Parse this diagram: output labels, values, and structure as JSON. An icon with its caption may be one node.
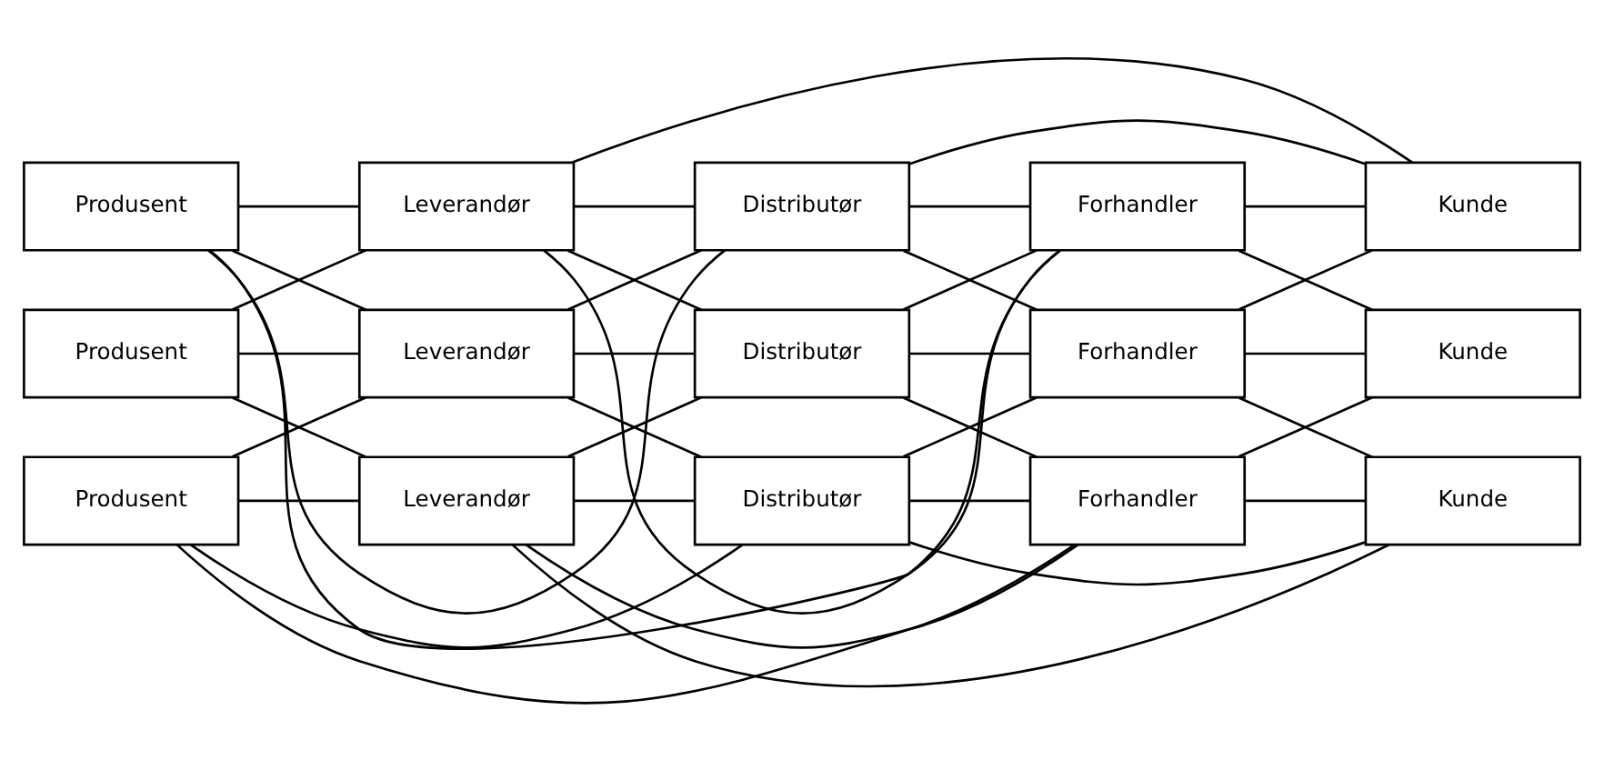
{
  "diagram": {
    "nodes": [
      {
        "text": [
          "Produsent"
        ]
      },
      {
        "text": [
          "Leverandør"
        ]
      },
      {
        "text": [
          "Distributør"
        ]
      },
      {
        "text": [
          "Forhandler"
        ]
      },
      {
        "text": [
          "Kunde"
        ]
      },
      {
        "text": [
          "Produsent"
        ]
      },
      {
        "text": [
          "Leverandør"
        ]
      },
      {
        "text": [
          "Distributør"
        ]
      },
      {
        "text": [
          "Forhandler"
        ]
      },
      {
        "text": [
          "Kunde"
        ]
      },
      {
        "text": [
          "Produsent"
        ]
      },
      {
        "text": [
          "Leverandør"
        ]
      },
      {
        "text": [
          "Distributør"
        ]
      },
      {
        "text": [
          "Forhandler"
        ]
      },
      {
        "text": [
          "Kunde"
        ]
      }
    ],
    "edges": [
      {
        "from": 0,
        "to": 1,
        "arrow": "none"
      },
      {
        "from": 5,
        "to": 6,
        "arrow": "none"
      },
      {
        "from": 10,
        "to": 11,
        "arrow": "none"
      },
      {
        "from": 0,
        "to": 6,
        "arrow": "none"
      },
      {
        "from": 5,
        "to": 1,
        "arrow": "none"
      },
      {
        "from": 5,
        "to": 11,
        "arrow": "none"
      },
      {
        "from": 10,
        "to": 6,
        "arrow": "none"
      },
      {
        "from": 1,
        "to": 2,
        "arrow": "none"
      },
      {
        "from": 6,
        "to": 7,
        "arrow": "none"
      },
      {
        "from": 11,
        "to": 12,
        "arrow": "none"
      },
      {
        "from": 1,
        "to": 7,
        "arrow": "none"
      },
      {
        "from": 6,
        "to": 2,
        "arrow": "none"
      },
      {
        "from": 6,
        "to": 12,
        "arrow": "none"
      },
      {
        "from": 11,
        "to": 7,
        "arrow": "none"
      },
      {
        "from": 2,
        "to": 3,
        "arrow": "none"
      },
      {
        "from": 7,
        "to": 8,
        "arrow": "none"
      },
      {
        "from": 12,
        "to": 13,
        "arrow": "none"
      },
      {
        "from": 2,
        "to": 8,
        "arrow": "none"
      },
      {
        "from": 7,
        "to": 3,
        "arrow": "none"
      },
      {
        "from": 7,
        "to": 13,
        "arrow": "none"
      },
      {
        "from": 12,
        "to": 8,
        "arrow": "none"
      },
      {
        "from": 3,
        "to": 4,
        "arrow": "none"
      },
      {
        "from": 8,
        "to": 9,
        "arrow": "none"
      },
      {
        "from": 13,
        "to": 14,
        "arrow": "none"
      },
      {
        "from": 3,
        "to": 9,
        "arrow": "none"
      },
      {
        "from": 8,
        "to": 4,
        "arrow": "none"
      },
      {
        "from": 8,
        "to": 14,
        "arrow": "none"
      },
      {
        "from": 13,
        "to": 9,
        "arrow": "none"
      },
      {
        "from": 0,
        "to": 2,
        "arrow": "none"
      },
      {
        "from": 0,
        "to": 3,
        "arrow": "none"
      },
      {
        "from": 1,
        "to": 3,
        "arrow": "none"
      },
      {
        "from": 1,
        "to": 4,
        "arrow": "none"
      },
      {
        "from": 2,
        "to": 4,
        "arrow": "none"
      },
      {
        "from": 10,
        "to": 12,
        "arrow": "none"
      },
      {
        "from": 10,
        "to": 13,
        "arrow": "none"
      },
      {
        "from": 11,
        "to": 13,
        "arrow": "none"
      },
      {
        "from": 11,
        "to": 14,
        "arrow": "none"
      },
      {
        "from": 12,
        "to": 14,
        "arrow": "none"
      }
    ]
  }
}
